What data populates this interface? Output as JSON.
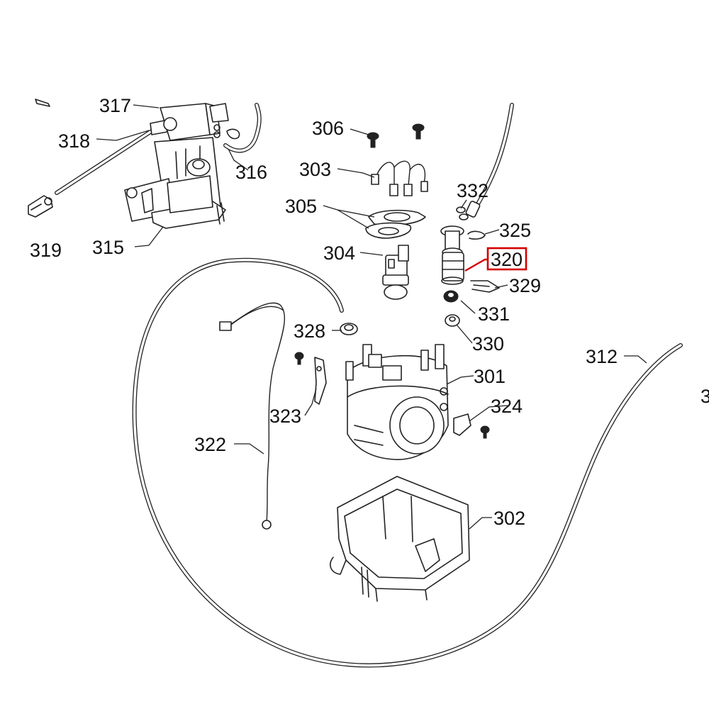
{
  "highlight_color": "#d40000",
  "callouts": {
    "c317": "317",
    "c318": "318",
    "c316": "316",
    "c319": "319",
    "c315": "315",
    "c306": "306",
    "c303": "303",
    "c305": "305",
    "c304": "304",
    "c332": "332",
    "c325": "325",
    "c320": "320",
    "c329": "329",
    "c331": "331",
    "c330": "330",
    "c328": "328",
    "c301": "301",
    "c324": "324",
    "c323": "323",
    "c322": "322",
    "c312": "312",
    "c302": "302",
    "c3edge": "3"
  }
}
